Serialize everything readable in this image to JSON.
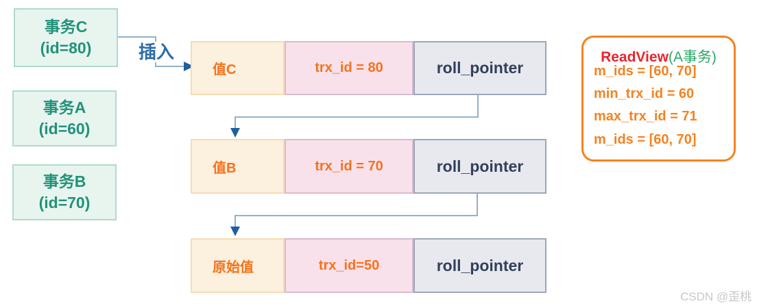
{
  "transactions": [
    {
      "name": "事务C",
      "id": "(id=80)"
    },
    {
      "name": "事务A",
      "id": "(id=60)"
    },
    {
      "name": "事务B",
      "id": "(id=70)"
    }
  ],
  "insert_arrow": {
    "label": "插入"
  },
  "version_chain": {
    "rows": [
      {
        "value": "值C",
        "trx_id": "trx_id = 80",
        "roll_pointer": "roll_pointer"
      },
      {
        "value": "值B",
        "trx_id": "trx_id = 70",
        "roll_pointer": "roll_pointer"
      },
      {
        "value": "原始值",
        "trx_id": "trx_id=50",
        "roll_pointer": "roll_pointer"
      }
    ]
  },
  "readview": {
    "title": "ReadView",
    "subtitle": "(A事务)",
    "lines": [
      "m_ids = [60, 70]",
      "min_trx_id = 60",
      "max_trx_id = 71",
      "m_ids = [60, 70]"
    ]
  },
  "watermark": "CSDN @歪桃",
  "colors": {
    "green_text": "#21927A",
    "green_bg": "#E8F5EF",
    "green_border": "#AFDACA",
    "orange_text": "#F6711C",
    "cream_bg": "#FCF0DE",
    "cream_border": "#F6DCB4",
    "pink_bg": "#F9E1EB",
    "pink_border": "#D9BACD",
    "gray_bg": "#E8E9EF",
    "gray_border": "#9CA6BA",
    "navy_text": "#32405B",
    "arrow_line": "#92B1CB",
    "arrow_head": "#1E5F9E",
    "insert_label_blue": "#2B6CA8",
    "readview_border": "#F5821F",
    "readview_title_red": "#E8252E",
    "readview_subtitle_green": "#2BA865",
    "watermark_gray": "#C7C7C7"
  }
}
